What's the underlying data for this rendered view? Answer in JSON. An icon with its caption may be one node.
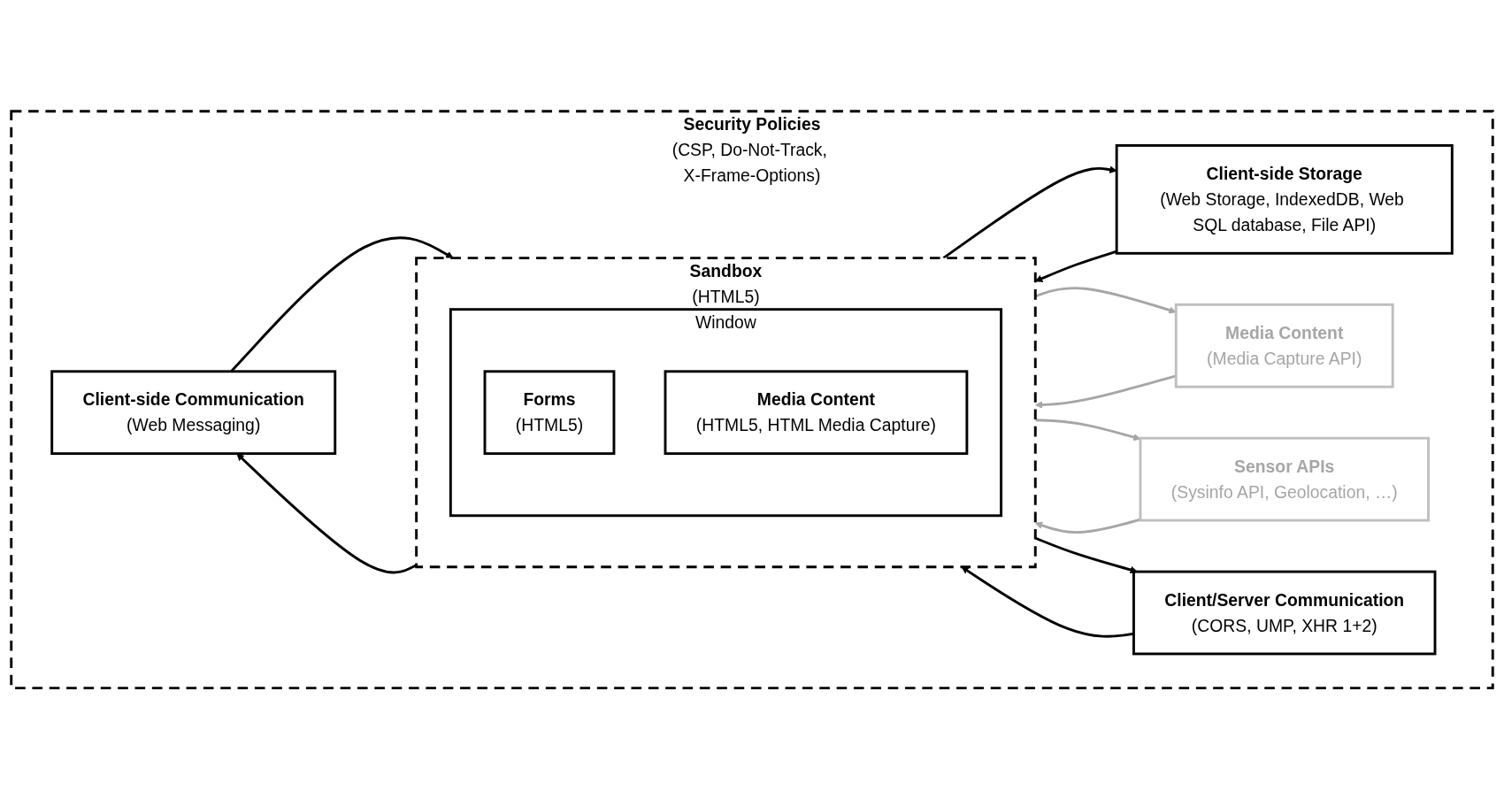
{
  "diagram": {
    "nodes": [
      {
        "text": [
          "Security Policies",
          "(CSP, Do-Not-Track, X-Frame-Options)"
        ]
      },
      {
        "text": [
          "Sandbox",
          "(HTML5)"
        ],
        "in": 0
      },
      {
        "text": [
          "Client-side Communication",
          "(Web Messaging)"
        ],
        "in": 0
      },
      {
        "text": [
          "Client-side Storage",
          "(Web Storage, IndexedDB, Web SQL database, File API)"
        ],
        "in": 0
      },
      {
        "text": [
          "Window"
        ],
        "in": 1
      },
      {
        "text": [
          "Forms",
          "(HTML5)"
        ],
        "in": 4
      },
      {
        "text": [
          "Media Content",
          "(HTML5, HTML Media Capture)"
        ],
        "in": 4
      },
      {
        "text": [
          "Media Content",
          "(Media Capture API)"
        ],
        "in": 0
      },
      {
        "text": [
          "Sensor APIs",
          "(Sysinfo API, Geolocation, …)"
        ],
        "in": 0
      },
      {
        "text": [
          "Client/Server Communication",
          "(CORS, UMP, XHR 1+2)"
        ],
        "in": 0
      }
    ],
    "edges": [
      {
        "from": 2,
        "to": 1,
        "arrow": "to"
      },
      {
        "from": 1,
        "to": 2,
        "arrow": "to"
      },
      {
        "from": 1,
        "to": 3,
        "arrow": "to"
      },
      {
        "from": 3,
        "to": 1,
        "arrow": "to"
      },
      {
        "from": 7,
        "to": 1,
        "arrow": "to",
        "color": "#a6a6a6"
      },
      {
        "from": 1,
        "to": 7,
        "arrow": "to",
        "color": "#a6a6a6"
      },
      {
        "from": 1,
        "to": 8,
        "arrow": "to",
        "color": "#a6a6a6"
      },
      {
        "from": 8,
        "to": 1,
        "arrow": "to",
        "color": "#a6a6a6"
      },
      {
        "from": 9,
        "to": 1,
        "arrow": "to"
      },
      {
        "from": 1,
        "to": 9,
        "arrow": "to"
      }
    ]
  }
}
